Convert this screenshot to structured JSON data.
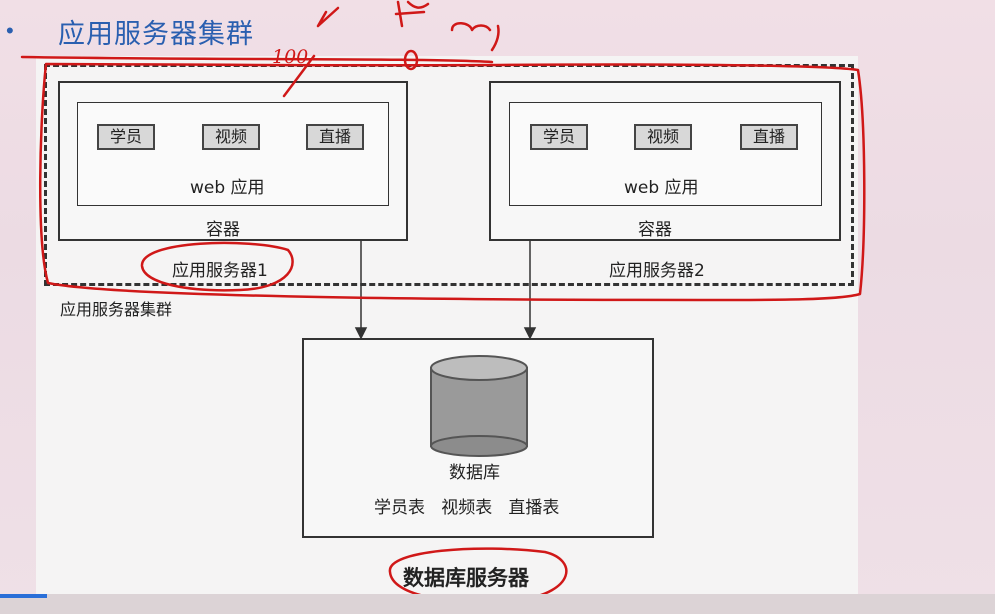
{
  "slide": {
    "bullet": "•",
    "title": "应用服务器集群"
  },
  "diagram": {
    "cluster_label": "应用服务器集群",
    "servers": [
      {
        "modules": [
          "学员",
          "视频",
          "直播"
        ],
        "web_label": "web 应用",
        "container_label": "容器",
        "server_label": "应用服务器1"
      },
      {
        "modules": [
          "学员",
          "视频",
          "直播"
        ],
        "web_label": "web 应用",
        "container_label": "容器",
        "server_label": "应用服务器2"
      }
    ],
    "database": {
      "db_label": "数据库",
      "tables_label": "学员表   视频表   直播表",
      "server_label": "数据库服务器"
    }
  },
  "annotations": {
    "handwritten_1": "100",
    "handwritten_2": "0",
    "ink_color": "#d01818"
  },
  "colors": {
    "title": "#2a5fb0",
    "progress": "#2a6fd8"
  },
  "player": {
    "progress_fraction": 0.047
  }
}
